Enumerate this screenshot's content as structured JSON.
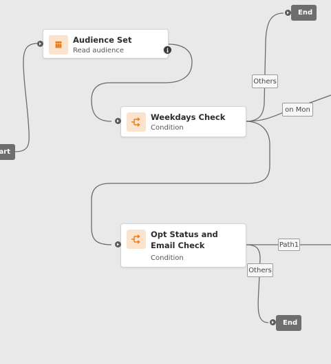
{
  "colors": {
    "canvas_bg": "#e9e9e9",
    "node_bg": "#ffffff",
    "icon_bg": "#fbe3cd",
    "icon_accent": "#e67e22",
    "terminal_bg": "#6e6e6e",
    "connector": "#6a6a6a"
  },
  "start": {
    "label": "art"
  },
  "nodes": {
    "audience": {
      "title": "Audience Set",
      "subtitle": "Read audience",
      "icon": "people-icon"
    },
    "weekdays": {
      "title": "Weekdays Check",
      "subtitle": "Condition",
      "icon": "branch-icon"
    },
    "opt_status": {
      "title": "Opt Status and Email Check",
      "subtitle": "Condition",
      "icon": "branch-icon"
    }
  },
  "ends": {
    "end_top": {
      "label": "End"
    },
    "end_bottom": {
      "label": "End"
    }
  },
  "edge_labels": {
    "others_top": "Others",
    "on_mon": "on Mon",
    "path1": "Path1",
    "others_bottom": "Others"
  },
  "info": {
    "glyph": "i"
  }
}
